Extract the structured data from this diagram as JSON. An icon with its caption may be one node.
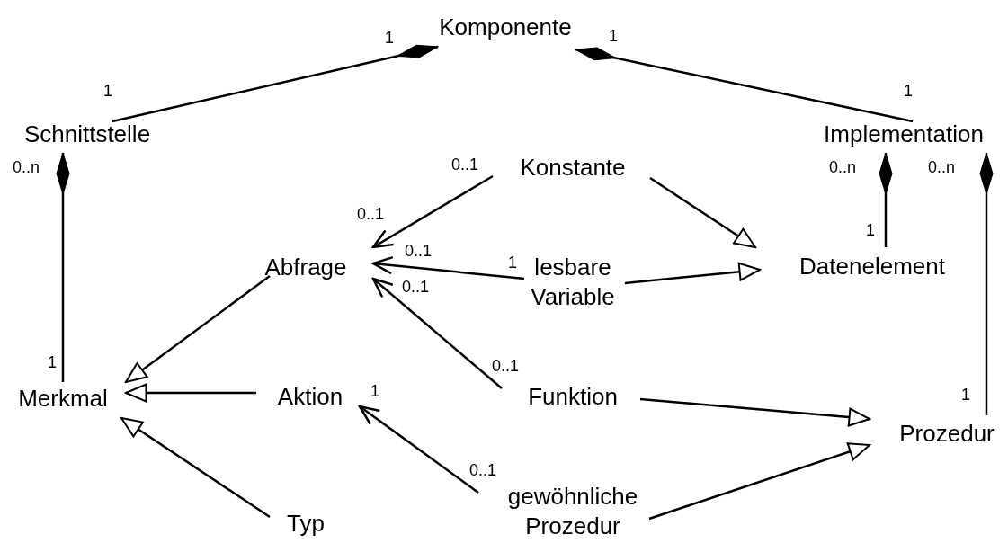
{
  "diagram": {
    "nodes": [
      {
        "text": [
          "Komponente"
        ]
      },
      {
        "text": [
          "Schnittstelle"
        ]
      },
      {
        "text": [
          "Implementation"
        ]
      },
      {
        "text": [
          "Konstante"
        ]
      },
      {
        "text": [
          "Abfrage"
        ]
      },
      {
        "text": [
          "lesbare Variable"
        ]
      },
      {
        "text": [
          "Datenelement"
        ]
      },
      {
        "text": [
          "Merkmal"
        ]
      },
      {
        "text": [
          "Aktion"
        ]
      },
      {
        "text": [
          "Funktion"
        ]
      },
      {
        "text": [
          "Prozedur"
        ]
      },
      {
        "text": [
          "Typ"
        ]
      },
      {
        "text": [
          "gewöhnliche Prozedur"
        ]
      }
    ],
    "edges": [
      {
        "from": 0,
        "to": 1,
        "arrow": "other"
      },
      {
        "from": 0,
        "to": 2,
        "arrow": "other"
      },
      {
        "from": 1,
        "to": 7,
        "arrow": "other"
      },
      {
        "from": 2,
        "to": 6,
        "arrow": "other"
      },
      {
        "from": 2,
        "to": 10,
        "arrow": "other"
      },
      {
        "from": 3,
        "to": 4,
        "arrow": "to"
      },
      {
        "from": 3,
        "to": 6,
        "arrow": "to"
      },
      {
        "from": 5,
        "to": 4,
        "arrow": "to"
      },
      {
        "from": 5,
        "to": 6,
        "arrow": "to"
      },
      {
        "from": 9,
        "to": 4,
        "arrow": "to"
      },
      {
        "from": 9,
        "to": 10,
        "arrow": "to"
      },
      {
        "from": 4,
        "to": 7,
        "arrow": "to"
      },
      {
        "from": 8,
        "to": 7,
        "arrow": "to"
      },
      {
        "from": 11,
        "to": 7,
        "arrow": "to"
      },
      {
        "from": 12,
        "to": 8,
        "arrow": "to"
      },
      {
        "from": 12,
        "to": 10,
        "arrow": "to"
      }
    ],
    "labels": [
      "1",
      "1",
      "1",
      "1",
      "0..n",
      "0..1",
      "0..n",
      "0..n",
      "0..1",
      "1",
      "0..1",
      "1",
      "0..1",
      "1",
      "0..1",
      "1",
      "1",
      "0..1"
    ]
  }
}
